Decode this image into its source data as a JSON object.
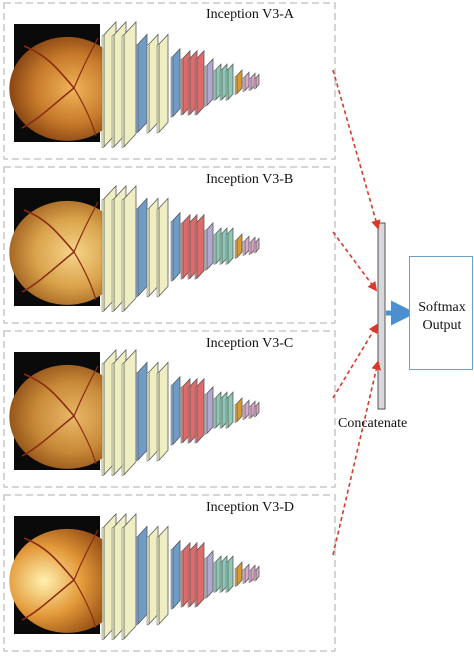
{
  "branches": [
    {
      "title": "Inception V3-A",
      "fundus": {
        "lighting": "orange",
        "bg": "#7a3a0e",
        "mid": "#c77a2a",
        "bright": "#f0b45a"
      }
    },
    {
      "title": "Inception V3-B",
      "fundus": {
        "lighting": "yellow",
        "bg": "#9a5a1c",
        "mid": "#d9a24a",
        "bright": "#f6d58a"
      }
    },
    {
      "title": "Inception V3-C",
      "fundus": {
        "lighting": "amber",
        "bg": "#8a4a14",
        "mid": "#c98a38",
        "bright": "#e8b868"
      }
    },
    {
      "title": "Inception V3-D",
      "fundus": {
        "lighting": "bright",
        "bg": "#9c5416",
        "mid": "#e39a3a",
        "bright": "#fff1b0"
      }
    }
  ],
  "concatenate_label": "Concatenate",
  "output": {
    "line1": "Softmax",
    "line2": "Output"
  },
  "colors": {
    "yellow_layer": "#eeeec0",
    "blue_layer": "#6f9cc4",
    "red_layer": "#de6b6b",
    "purple_layer": "#b2a8cf",
    "teal_layer": "#8cc8b4",
    "orange_layer": "#d89a2c",
    "pink_layer": "#d8a8c8",
    "dashed_border": "#bdbdbd",
    "arrow_red": "#d63b2b",
    "arrow_blue": "#4a8fd0",
    "concat_bar": "#d8d8dc"
  }
}
